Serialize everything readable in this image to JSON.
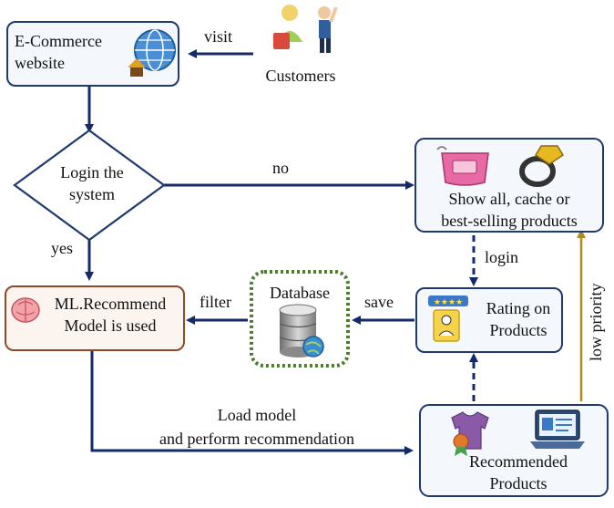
{
  "nodes": {
    "ecommerce": "E-Commerce\nwebsite",
    "customers": "Customers",
    "login_decision": "Login the\nsystem",
    "show_all": "Show all, cache or\nbest-selling products",
    "ml_model": "ML.Recommend\nModel is used",
    "database": "Database",
    "rating": "Rating on\nProducts",
    "recommended": "Recommended\nProducts"
  },
  "edges": {
    "visit": "visit",
    "no": "no",
    "yes": "yes",
    "login": "login",
    "save": "save",
    "filter": "filter",
    "low_priority": "low priority",
    "load_model": "Load model\nand perform recommendation"
  },
  "icons": [
    "globe-icon",
    "customers-icon",
    "bag-icon",
    "ring-icon",
    "brain-icon",
    "database-icon",
    "rating-icon",
    "shirt-icon",
    "laptop-icon"
  ],
  "colors": {
    "flow": "#142a6b",
    "box_border": "#1f3a6e",
    "ml_border": "#8c4a2a",
    "db_border": "#4f7a32",
    "low_priority": "#b08a1c"
  }
}
